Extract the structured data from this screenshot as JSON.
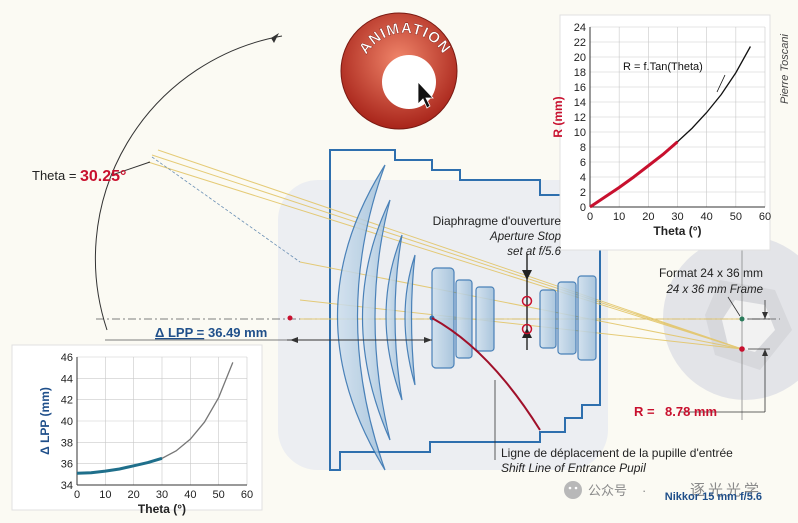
{
  "theta": {
    "label": "Theta =",
    "value": "30.25°"
  },
  "animation_badge": {
    "text": "ANIMATION"
  },
  "aperture": {
    "title": "Diaphragme d'ouverture",
    "subtitle": "Aperture Stop",
    "setting": "set at f/5.6"
  },
  "format": {
    "title": "Format 24 x 36 mm",
    "subtitle": "24 x 36 mm Frame"
  },
  "delta_lpp": {
    "label": "Δ LPP =",
    "value": "36.49 mm"
  },
  "radius": {
    "label": "R =",
    "value": "8.78 mm"
  },
  "pupil_line": {
    "title": "Ligne de déplacement de la pupille d'entrée",
    "subtitle": "Shift Line of Entrance Pupil"
  },
  "lens_name": "Nikkor 15 mm f/5.6",
  "signature": "Pierre Toscani",
  "watermark": {
    "brand": "公众号",
    "name": "逐光光学"
  },
  "colors": {
    "accent_red": "#c8102e",
    "lens_blue": "#2e6fae",
    "curve_blue": "#1f6f8b",
    "chart_grid": "#c9c9c9"
  },
  "chart_data": [
    {
      "type": "line",
      "title": "",
      "xlabel": "Theta (°)",
      "ylabel": "R (mm)",
      "xlim": [
        0,
        60
      ],
      "ylim": [
        0,
        24
      ],
      "xticks": [
        "0",
        "10",
        "20",
        "30",
        "40",
        "50",
        "60"
      ],
      "yticks": [
        "0",
        "2",
        "4",
        "6",
        "8",
        "10",
        "12",
        "14",
        "16",
        "18",
        "20",
        "22",
        "24"
      ],
      "annotation": "R = f.Tan(Theta)",
      "series": [
        {
          "x": [
            0,
            5,
            10,
            15,
            20,
            25,
            30,
            35,
            40,
            45,
            50,
            55
          ],
          "y": [
            0,
            1.3,
            2.6,
            4.0,
            5.5,
            7.0,
            8.7,
            10.5,
            12.6,
            15.0,
            17.9,
            21.4
          ]
        }
      ],
      "highlight_range": [
        0,
        30.25
      ]
    },
    {
      "type": "line",
      "title": "",
      "xlabel": "Theta (°)",
      "ylabel": "Δ LPP (mm)",
      "xlim": [
        0,
        60
      ],
      "ylim": [
        34,
        46
      ],
      "xticks": [
        "0",
        "10",
        "20",
        "30",
        "40",
        "50",
        "60"
      ],
      "yticks": [
        "34",
        "36",
        "38",
        "40",
        "42",
        "44",
        "46"
      ],
      "series": [
        {
          "x": [
            0,
            5,
            10,
            15,
            20,
            25,
            30,
            35,
            40,
            45,
            50,
            55
          ],
          "y": [
            35.1,
            35.15,
            35.3,
            35.5,
            35.8,
            36.1,
            36.5,
            37.2,
            38.3,
            39.9,
            42.2,
            45.5
          ]
        }
      ],
      "highlight_range": [
        0,
        30.25
      ]
    }
  ]
}
